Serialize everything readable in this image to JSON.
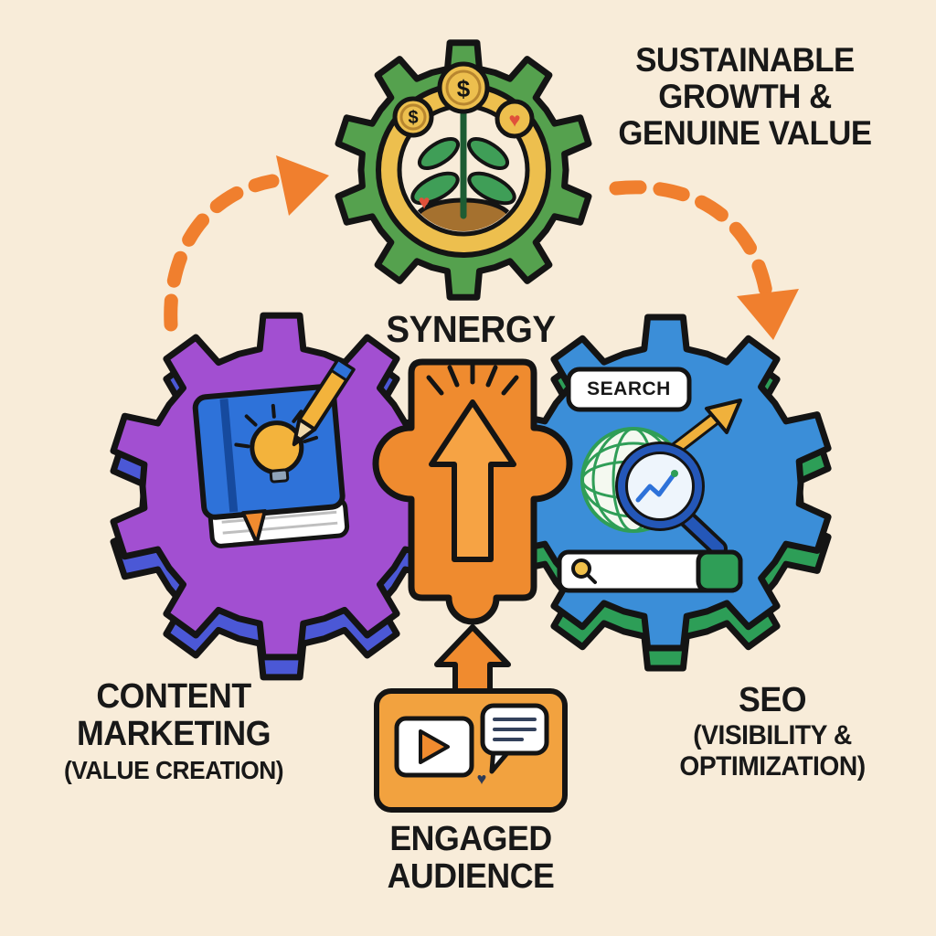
{
  "colors": {
    "background": "#f8ecd9",
    "outline": "#141414",
    "text": "#181818",
    "orange": "#f08b2f",
    "orange_light": "#f6a344",
    "gold": "#edbf4e",
    "green_gear": "#55a14e",
    "green_accent": "#2f9e57",
    "purple_gear": "#a24fd1",
    "blue_gear": "#3b8ed8",
    "blue_extrusion": "#4b58d6",
    "book_blue": "#2e72d9",
    "magnifier_blue": "#2457b8",
    "heart_red": "#e0503a",
    "soil_brown": "#a5712f"
  },
  "labels": {
    "sustainable": [
      "SUSTAINABLE",
      "GROWTH &",
      "GENUINE VALUE"
    ],
    "synergy": "SYNERGY",
    "content_marketing": [
      "CONTENT",
      "MARKETING",
      "(VALUE CREATION)"
    ],
    "seo": [
      "SEO",
      "(VISIBILITY &",
      "OPTIMIZATION)"
    ],
    "engaged_audience": [
      "ENGAGED",
      "AUDIENCE"
    ],
    "search_tag": "SEARCH"
  },
  "glyphs": {
    "dollar": "$",
    "heart": "♥"
  },
  "icons": [
    "growth-gear-icon",
    "coin-icon",
    "heart-icon",
    "plant-icon",
    "soil-icon",
    "content-gear-icon",
    "book-icon",
    "lightbulb-icon",
    "pencil-icon",
    "bookmark-icon",
    "seo-gear-icon",
    "globe-icon",
    "magnifier-icon",
    "trend-arrow-icon",
    "search-bar-icon",
    "puzzle-piece-icon",
    "up-arrow-icon",
    "video-player-icon",
    "speech-bubble-icon",
    "dashed-arrow-icon"
  ]
}
